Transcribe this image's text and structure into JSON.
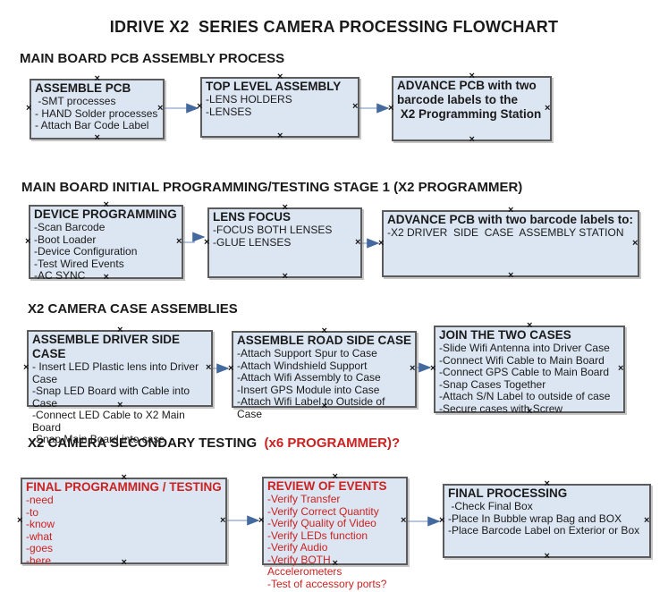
{
  "title": "IDRIVE X2  SERIES CAMERA PROCESSING FLOWCHART",
  "colors": {
    "box-fill": "#dce6f2",
    "box-border": "#5b5b5b",
    "connector": "#9eb4d6",
    "arrowhead": "#44699f",
    "red-text": "#cb2120",
    "black-text": "#1a1a1a"
  },
  "sections": [
    {
      "heading": "MAIN BOARD PCB ASSEMBLY PROCESS",
      "boxes": [
        {
          "title": "ASSEMBLE PCB",
          "lines": [
            " -SMT processes",
            "- HAND Solder processes",
            "- Attach Bar Code Label"
          ]
        },
        {
          "title": "TOP LEVEL ASSEMBLY",
          "lines": [
            "-LENS HOLDERS",
            "-LENSES"
          ]
        },
        {
          "title": "ADVANCE PCB with two\nbarcode labels to the\n X2 Programming Station",
          "lines": []
        }
      ]
    },
    {
      "heading": "MAIN BOARD INITIAL PROGRAMMING/TESTING STAGE 1 (X2 PROGRAMMER)",
      "boxes": [
        {
          "title": "DEVICE PROGRAMMING",
          "lines": [
            "-Scan Barcode",
            "-Boot Loader",
            "-Device Configuration",
            "-Test Wired Events",
            "-AC SYNC"
          ]
        },
        {
          "title": "LENS FOCUS",
          "lines": [
            "-FOCUS BOTH LENSES",
            "-GLUE LENSES"
          ]
        },
        {
          "title": "ADVANCE PCB with two barcode labels to:",
          "lines": [
            "-X2 DRIVER  SIDE  CASE  ASSEMBLY STATION"
          ]
        }
      ]
    },
    {
      "heading": "X2 CAMERA CASE ASSEMBLIES",
      "boxes": [
        {
          "title": "ASSEMBLE DRIVER SIDE CASE",
          "lines": [
            "- Insert LED Plastic lens into Driver Case",
            "-Snap LED Board with Cable into Case",
            "-Connect LED Cable to X2 Main Board",
            "-Snap Main Board into case"
          ]
        },
        {
          "title": "ASSEMBLE ROAD SIDE CASE",
          "lines": [
            "-Attach Support Spur to Case",
            "-Attach Windshield Support",
            "-Attach Wifi Assembly to Case",
            "-Insert GPS Module into Case",
            "-Attach Wifi Label to Outside of Case"
          ]
        },
        {
          "title": "JOIN THE TWO CASES",
          "lines": [
            "-Slide Wifi Antenna into Driver Case",
            "-Connect Wifi Cable to Main Board",
            "-Connect GPS Cable to Main Board",
            "-Snap Cases Together",
            "-Attach S/N Label to outside of case",
            "-Secure cases with Screw"
          ]
        }
      ]
    },
    {
      "heading": "X2 CAMERA SECONDARY TESTING  ",
      "heading_red": "(x6 PROGRAMMER)?",
      "boxes": [
        {
          "title": "FINAL PROGRAMMING / TESTING",
          "lines": [
            "-need",
            "-to",
            "-know",
            "-what",
            "-goes",
            "-here"
          ]
        },
        {
          "title": "REVIEW OF EVENTS",
          "lines": [
            "-Verify Transfer",
            "-Verify Correct Quantity",
            "-Verify Quality of Video",
            "-Verify LEDs function",
            "-Verify Audio",
            "-Verify BOTH Accelerometers",
            "-Test of accessory ports?"
          ]
        },
        {
          "title": "FINAL PROCESSING",
          "lines": [
            " -Check Final Box",
            "-Place In Bubble wrap Bag and BOX",
            "-Place Barcode Label on Exterior or Box"
          ]
        }
      ]
    }
  ]
}
